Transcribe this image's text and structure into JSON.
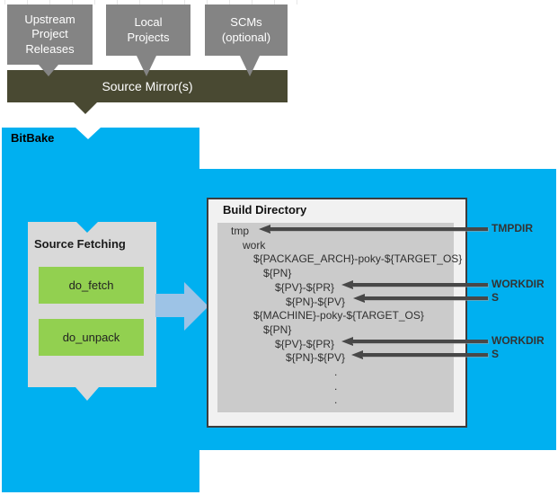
{
  "diagram": {
    "sources": {
      "upstream": "Upstream\nProject\nReleases",
      "local": "Local\nProjects",
      "scms": "SCMs\n(optional)",
      "mirror": "Source Mirror(s)"
    },
    "bitbake": {
      "label": "BitBake",
      "fetching": {
        "title": "Source Fetching",
        "tasks": [
          "do_fetch",
          "do_unpack"
        ]
      },
      "build": {
        "title": "Build Directory",
        "tree": [
          "tmp",
          "work",
          "${PACKAGE_ARCH}-poky-${TARGET_OS}",
          "${PN}",
          "${PV}-${PR}",
          "${PN}-${PV}",
          "${MACHINE}-poky-${TARGET_OS}",
          "${PN}",
          "${PV}-${PR}",
          "${PN}-${PV}",
          ".",
          ".",
          "."
        ]
      },
      "labels": [
        "TMPDIR",
        "WORKDIR",
        "S",
        "WORKDIR",
        "S"
      ]
    },
    "colors": {
      "bitbake_blue": "#00b0f0",
      "mirror_olive": "#494932",
      "source_gray": "#848484",
      "panel_gray": "#d9d9d9",
      "tree_panel_gray": "#cbcbcb",
      "task_green": "#92d050",
      "flow_arrow_blue": "#9dc3e6",
      "pointer_arrow_gray": "#484848"
    }
  }
}
